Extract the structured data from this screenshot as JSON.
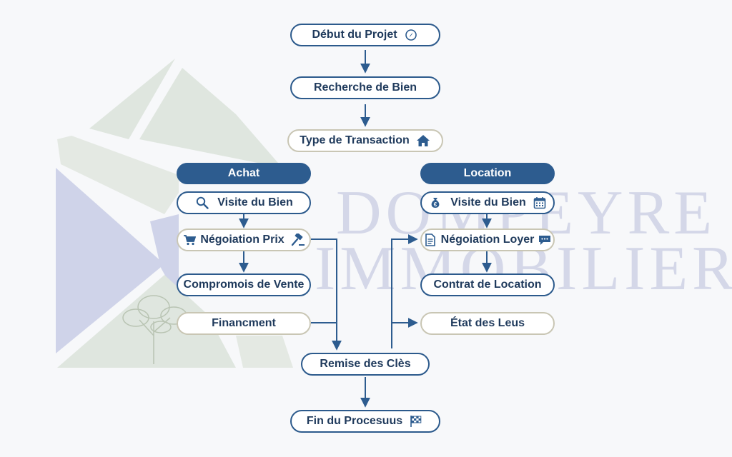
{
  "watermark": {
    "line1": "DOMPEYRE",
    "line2": "IMMOBILIER"
  },
  "colors": {
    "accent": "#2d5c8f",
    "text": "#1f3a5c",
    "muted_border": "#c9c6b4"
  },
  "nodes": {
    "start": {
      "label": "Début du Projet",
      "icon": "compass-icon"
    },
    "search": {
      "label": "Recherche de Bien"
    },
    "type": {
      "label": "Type de Transaction",
      "icon": "house-icon"
    },
    "achat": {
      "header": "Achat",
      "visit": {
        "label": "Visite du Bien",
        "icon": "search-icon"
      },
      "negotiation": {
        "label": "Négoiation Prix",
        "icon": "cart-icon",
        "icon2": "gavel-icon"
      },
      "compromise": {
        "label": "Compromois de Vente"
      },
      "financing": {
        "label": "Financment"
      }
    },
    "location": {
      "header": "Location",
      "visit": {
        "label": "Visite du Bien",
        "icon": "money-bag-icon",
        "icon2": "calendar-icon"
      },
      "negotiation": {
        "label": "Négoiation Loyer",
        "icon": "document-icon",
        "icon2": "chat-icon"
      },
      "contract": {
        "label": "Contrat de Location"
      },
      "inventory": {
        "label": "État des Leus"
      }
    },
    "keys": {
      "label": "Remise des Clès"
    },
    "end": {
      "label": "Fin du Procesuus",
      "icon": "checkered-flag-icon"
    }
  }
}
